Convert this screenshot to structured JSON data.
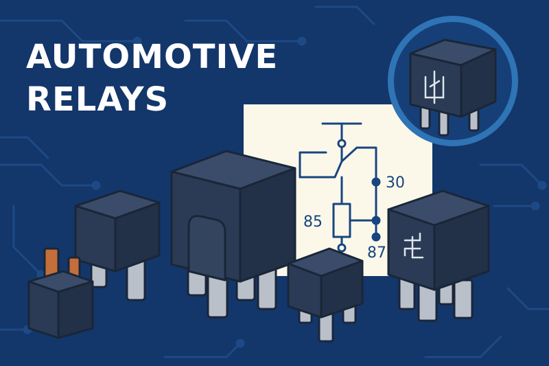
{
  "headline": {
    "line1": "AUTOMOTIVE",
    "line2": "RELAYS"
  },
  "diagram": {
    "pins": {
      "pin_30": "30",
      "pin_85": "85",
      "pin_87": "87"
    }
  },
  "icons": {
    "badge_relay": "relay-symbol-icon",
    "relay_face_symbol": "switch-symbol-icon"
  },
  "colors": {
    "background": "#13366b",
    "circuit_trace": "#1d4a86",
    "relay_body": "#2b3b55",
    "relay_top": "#3a4c69",
    "terminal": "#b9c0c9",
    "copper_terminal": "#c46e3b",
    "schematic_line": "#17457f",
    "panel": "#fbf8ea",
    "text": "#ffffff"
  }
}
